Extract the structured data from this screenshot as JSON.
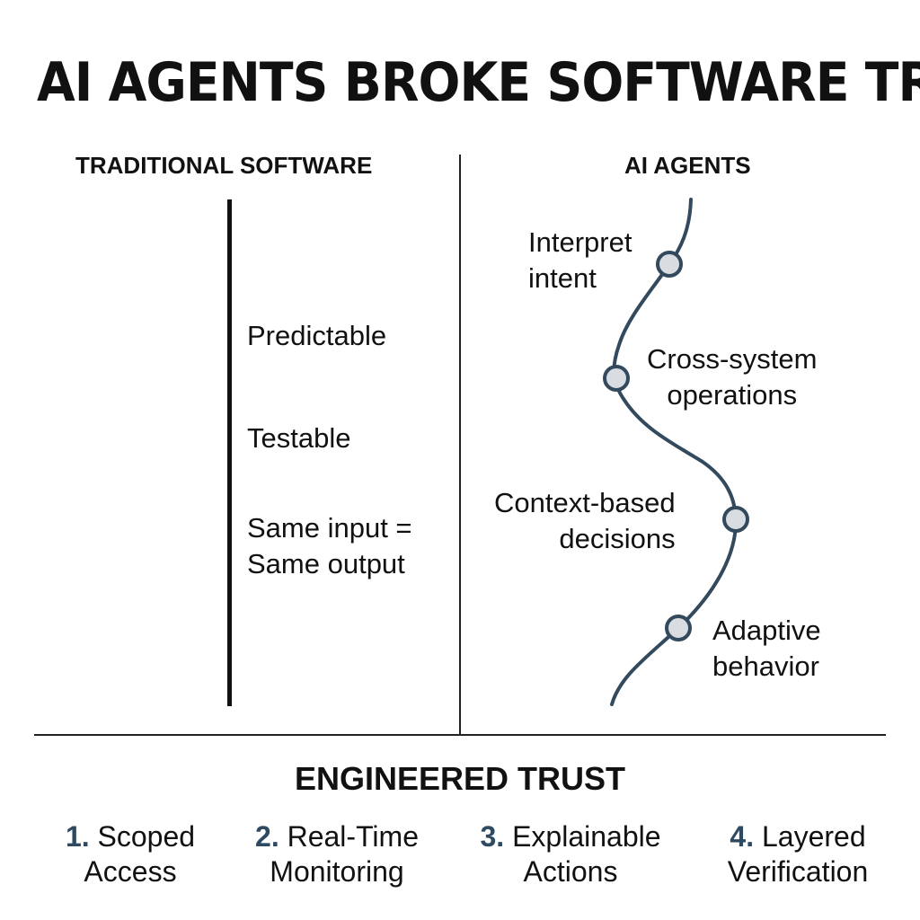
{
  "title": "AI AGENTS BROKE SOFTWARE TRUST",
  "traditional": {
    "heading": "TRADITIONAL SOFTWARE",
    "items": [
      [
        "Predictable"
      ],
      [
        "Testable"
      ],
      [
        "Same input =",
        "Same output"
      ]
    ]
  },
  "agents": {
    "heading": "AI AGENTS",
    "path_color": "#33495e",
    "node_fill": "#d9dde1",
    "items": [
      [
        "Interpret",
        "intent"
      ],
      [
        "Cross-system",
        "operations"
      ],
      [
        "Context-based",
        "decisions"
      ],
      [
        "Adaptive",
        "behavior"
      ]
    ]
  },
  "engineered_trust": {
    "heading": "ENGINEERED TRUST",
    "number_color": "#2e4a62",
    "pillars": [
      {
        "num": "1.",
        "line1": "Scoped",
        "line2": "Access"
      },
      {
        "num": "2.",
        "line1": "Real-Time",
        "line2": "Monitoring"
      },
      {
        "num": "3.",
        "line1": "Explainable",
        "line2": "Actions"
      },
      {
        "num": "4.",
        "line1": "Layered",
        "line2": "Verification"
      }
    ]
  }
}
